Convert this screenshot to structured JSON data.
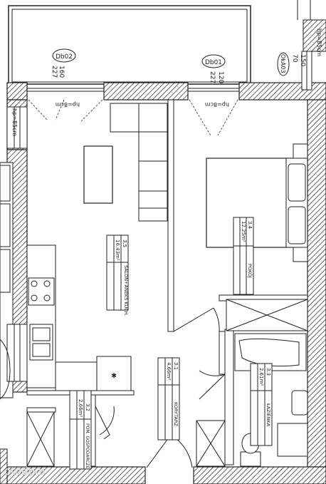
{
  "doors": [
    {
      "code": "Db02",
      "width": "160",
      "height": "227",
      "sill": "hp=8cm"
    },
    {
      "code": "Db01",
      "width": "120",
      "height": "227",
      "sill": "hp=8cm"
    }
  ],
  "windows": [
    {
      "code": "OkA03",
      "width": "70",
      "height": "150"
    },
    {
      "code": "",
      "width": "",
      "height": "",
      "sill": "hp=85cm"
    },
    {
      "code": "",
      "width": "",
      "height": "",
      "sill": "hp=85cm"
    }
  ],
  "rooms": [
    {
      "number": "3.5",
      "area": "16.43m²",
      "name": "SALON+ANEKS KUCH."
    },
    {
      "number": "3.4",
      "area": "12.25m²",
      "name": "POKÓJ"
    },
    {
      "number": "3.1",
      "area": "4.66m²",
      "name": "KORYTARZ"
    },
    {
      "number": "3.2",
      "area": "2.66m²",
      "name": "POM. GOSPODARCZE"
    },
    {
      "number": "3.3",
      "area": "2.61m²",
      "name": "ŁAZIENKA"
    }
  ],
  "watermark": "otodom",
  "colors": {
    "wall": "#222222",
    "line": "#333333",
    "background": "#ffffff",
    "balcony": "#ffffff"
  }
}
